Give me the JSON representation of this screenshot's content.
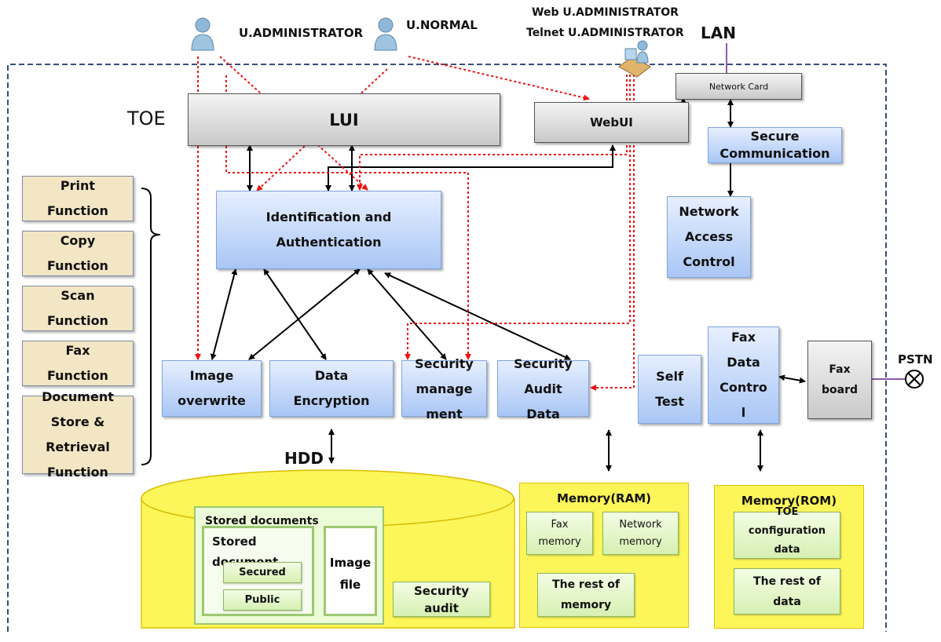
{
  "actors": {
    "administrator": "U.ADMINISTRATOR",
    "normal": "U.NORMAL",
    "web_admin": "Web U.ADMINISTRATOR",
    "telnet_admin": "Telnet U.ADMINISTRATOR"
  },
  "labels": {
    "lan": "LAN",
    "toe": "TOE",
    "hdd": "HDD",
    "pstn": "PSTN"
  },
  "boxes": {
    "lui": "LUI",
    "webui": "WebUI",
    "network_card": "Network Card",
    "secure_comm": [
      "Secure",
      "Communication"
    ],
    "network_access": [
      "Network",
      "Access",
      "Control"
    ],
    "ident_auth": [
      "Identification and",
      "Authentication"
    ],
    "image_overwrite": [
      "Image",
      "overwrite"
    ],
    "data_encryption": [
      "Data",
      "Encryption"
    ],
    "security_mgmt": [
      "Security",
      "manage",
      "ment"
    ],
    "security_audit": [
      "Security",
      "Audit",
      "Data"
    ],
    "self_test": [
      "Self",
      "Test"
    ],
    "fax_data_control": [
      "Fax",
      "Data",
      "Contro",
      "l"
    ],
    "fax_board": [
      "Fax",
      "board"
    ]
  },
  "functions": [
    [
      "Print",
      "Function"
    ],
    [
      "Copy",
      "Function"
    ],
    [
      "Scan",
      "Function"
    ],
    [
      "Fax",
      "Function"
    ],
    [
      "Document",
      "Store &",
      "Retrieval",
      "Function"
    ]
  ],
  "hdd": {
    "stored_documents": "Stored documents",
    "stored_doc_inner": "Stored",
    "stored_doc_inner2": "document",
    "secured": "Secured",
    "public": "Public",
    "image_file": [
      "Image",
      "file"
    ],
    "security_audit": [
      "Security",
      "audit"
    ]
  },
  "ram": {
    "title": "Memory(RAM)",
    "fax_memory": [
      "Fax",
      "memory"
    ],
    "network_memory": [
      "Network",
      "memory"
    ],
    "rest_of_memory": [
      "The rest of",
      "memory"
    ]
  },
  "rom": {
    "title": "Memory(ROM)",
    "toe_config": [
      "TOE",
      "configuration",
      "data"
    ],
    "rest_of_data": [
      "The rest of",
      "data"
    ]
  }
}
